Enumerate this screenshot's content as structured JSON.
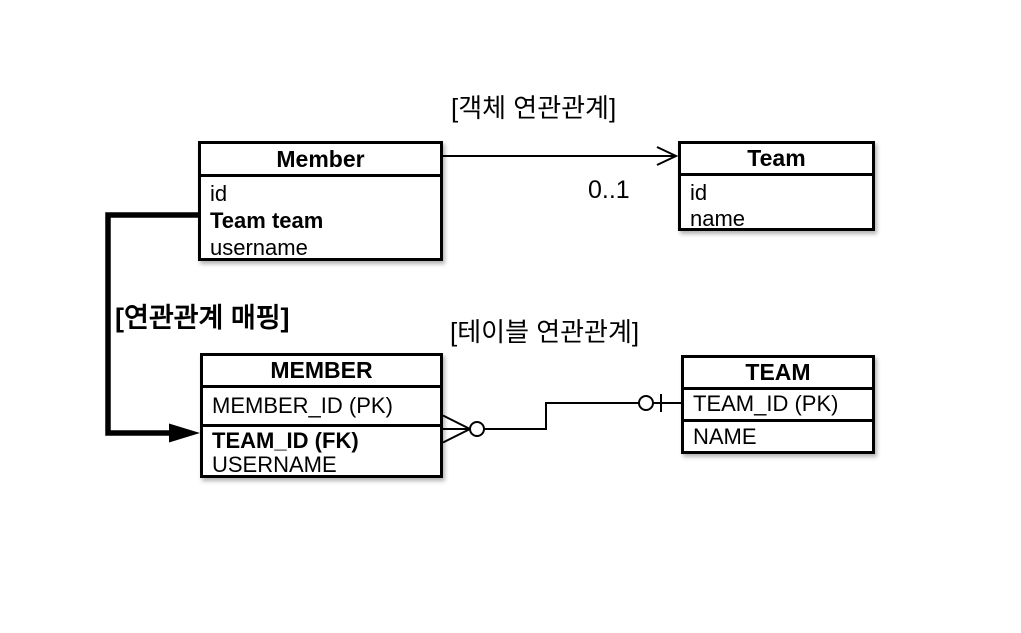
{
  "titles": {
    "object_association": "[객체 연관관계]",
    "table_association": "[테이블 연관관계]",
    "association_mapping": "[연관관계 매핑]"
  },
  "object_diagram": {
    "member": {
      "title": "Member",
      "fields": [
        "id",
        "Team team",
        "username"
      ]
    },
    "team": {
      "title": "Team",
      "fields": [
        "id",
        "name"
      ]
    },
    "multiplicity_label": "0..1"
  },
  "table_diagram": {
    "member": {
      "title": "MEMBER",
      "primary_key": "MEMBER_ID (PK)",
      "fields": [
        "TEAM_ID (FK)",
        "USERNAME"
      ]
    },
    "team": {
      "title": "TEAM",
      "primary_key": "TEAM_ID (PK)",
      "fields": [
        "NAME"
      ]
    }
  },
  "colors": {
    "line": "#000000",
    "text": "#000000",
    "box_fill": "#ffffff",
    "background": "#ffffff"
  }
}
